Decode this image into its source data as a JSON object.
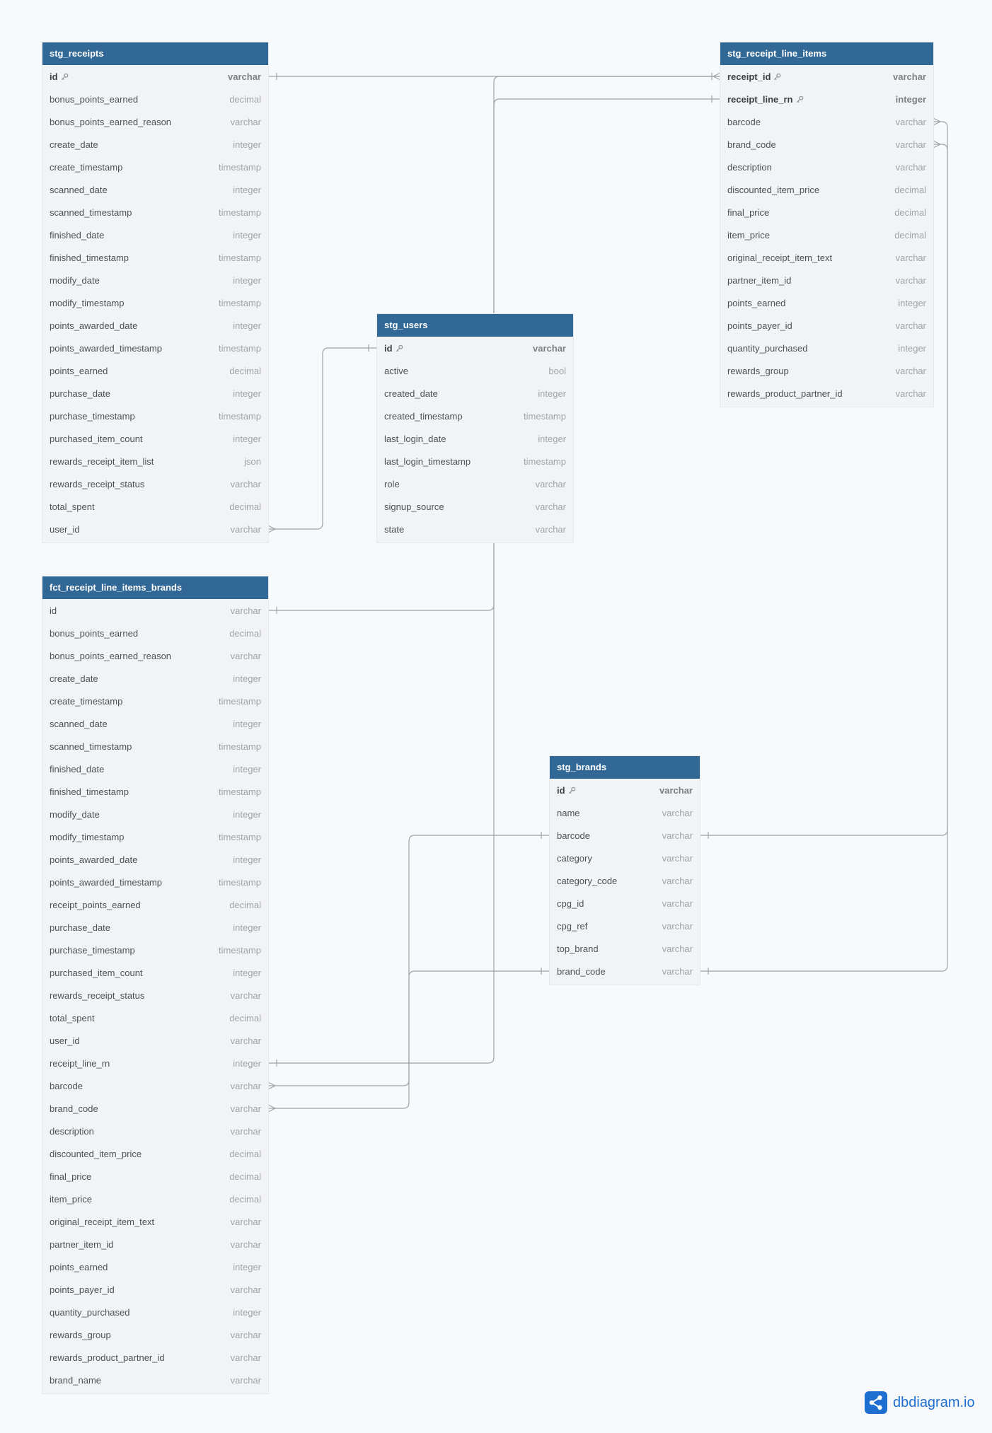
{
  "tables": [
    {
      "id": "stg_receipts",
      "title": "stg_receipts",
      "fields": [
        {
          "name": "id",
          "type": "varchar",
          "pk": true
        },
        {
          "name": "bonus_points_earned",
          "type": "decimal"
        },
        {
          "name": "bonus_points_earned_reason",
          "type": "varchar"
        },
        {
          "name": "create_date",
          "type": "integer"
        },
        {
          "name": "create_timestamp",
          "type": "timestamp"
        },
        {
          "name": "scanned_date",
          "type": "integer"
        },
        {
          "name": "scanned_timestamp",
          "type": "timestamp"
        },
        {
          "name": "finished_date",
          "type": "integer"
        },
        {
          "name": "finished_timestamp",
          "type": "timestamp"
        },
        {
          "name": "modify_date",
          "type": "integer"
        },
        {
          "name": "modify_timestamp",
          "type": "timestamp"
        },
        {
          "name": "points_awarded_date",
          "type": "integer"
        },
        {
          "name": "points_awarded_timestamp",
          "type": "timestamp"
        },
        {
          "name": "points_earned",
          "type": "decimal"
        },
        {
          "name": "purchase_date",
          "type": "integer"
        },
        {
          "name": "purchase_timestamp",
          "type": "timestamp"
        },
        {
          "name": "purchased_item_count",
          "type": "integer"
        },
        {
          "name": "rewards_receipt_item_list",
          "type": "json"
        },
        {
          "name": "rewards_receipt_status",
          "type": "varchar"
        },
        {
          "name": "total_spent",
          "type": "decimal"
        },
        {
          "name": "user_id",
          "type": "varchar"
        }
      ]
    },
    {
      "id": "stg_receipt_line_items",
      "title": "stg_receipt_line_items",
      "fields": [
        {
          "name": "receipt_id",
          "type": "varchar",
          "pk": true
        },
        {
          "name": "receipt_line_rn",
          "type": "integer",
          "pk": true
        },
        {
          "name": "barcode",
          "type": "varchar"
        },
        {
          "name": "brand_code",
          "type": "varchar"
        },
        {
          "name": "description",
          "type": "varchar"
        },
        {
          "name": "discounted_item_price",
          "type": "decimal"
        },
        {
          "name": "final_price",
          "type": "decimal"
        },
        {
          "name": "item_price",
          "type": "decimal"
        },
        {
          "name": "original_receipt_item_text",
          "type": "varchar"
        },
        {
          "name": "partner_item_id",
          "type": "varchar"
        },
        {
          "name": "points_earned",
          "type": "integer"
        },
        {
          "name": "points_payer_id",
          "type": "varchar"
        },
        {
          "name": "quantity_purchased",
          "type": "integer"
        },
        {
          "name": "rewards_group",
          "type": "varchar"
        },
        {
          "name": "rewards_product_partner_id",
          "type": "varchar"
        }
      ]
    },
    {
      "id": "stg_users",
      "title": "stg_users",
      "fields": [
        {
          "name": "id",
          "type": "varchar",
          "pk": true
        },
        {
          "name": "active",
          "type": "bool"
        },
        {
          "name": "created_date",
          "type": "integer"
        },
        {
          "name": "created_timestamp",
          "type": "timestamp"
        },
        {
          "name": "last_login_date",
          "type": "integer"
        },
        {
          "name": "last_login_timestamp",
          "type": "timestamp"
        },
        {
          "name": "role",
          "type": "varchar"
        },
        {
          "name": "signup_source",
          "type": "varchar"
        },
        {
          "name": "state",
          "type": "varchar"
        }
      ]
    },
    {
      "id": "fct_receipt_line_items_brands",
      "title": "fct_receipt_line_items_brands",
      "fields": [
        {
          "name": "id",
          "type": "varchar"
        },
        {
          "name": "bonus_points_earned",
          "type": "decimal"
        },
        {
          "name": "bonus_points_earned_reason",
          "type": "varchar"
        },
        {
          "name": "create_date",
          "type": "integer"
        },
        {
          "name": "create_timestamp",
          "type": "timestamp"
        },
        {
          "name": "scanned_date",
          "type": "integer"
        },
        {
          "name": "scanned_timestamp",
          "type": "timestamp"
        },
        {
          "name": "finished_date",
          "type": "integer"
        },
        {
          "name": "finished_timestamp",
          "type": "timestamp"
        },
        {
          "name": "modify_date",
          "type": "integer"
        },
        {
          "name": "modify_timestamp",
          "type": "timestamp"
        },
        {
          "name": "points_awarded_date",
          "type": "integer"
        },
        {
          "name": "points_awarded_timestamp",
          "type": "timestamp"
        },
        {
          "name": "receipt_points_earned",
          "type": "decimal"
        },
        {
          "name": "purchase_date",
          "type": "integer"
        },
        {
          "name": "purchase_timestamp",
          "type": "timestamp"
        },
        {
          "name": "purchased_item_count",
          "type": "integer"
        },
        {
          "name": "rewards_receipt_status",
          "type": "varchar"
        },
        {
          "name": "total_spent",
          "type": "decimal"
        },
        {
          "name": "user_id",
          "type": "varchar"
        },
        {
          "name": "receipt_line_rn",
          "type": "integer"
        },
        {
          "name": "barcode",
          "type": "varchar"
        },
        {
          "name": "brand_code",
          "type": "varchar"
        },
        {
          "name": "description",
          "type": "varchar"
        },
        {
          "name": "discounted_item_price",
          "type": "decimal"
        },
        {
          "name": "final_price",
          "type": "decimal"
        },
        {
          "name": "item_price",
          "type": "decimal"
        },
        {
          "name": "original_receipt_item_text",
          "type": "varchar"
        },
        {
          "name": "partner_item_id",
          "type": "varchar"
        },
        {
          "name": "points_earned",
          "type": "integer"
        },
        {
          "name": "points_payer_id",
          "type": "varchar"
        },
        {
          "name": "quantity_purchased",
          "type": "integer"
        },
        {
          "name": "rewards_group",
          "type": "varchar"
        },
        {
          "name": "rewards_product_partner_id",
          "type": "varchar"
        },
        {
          "name": "brand_name",
          "type": "varchar"
        }
      ]
    },
    {
      "id": "stg_brands",
      "title": "stg_brands",
      "fields": [
        {
          "name": "id",
          "type": "varchar",
          "pk": true
        },
        {
          "name": "name",
          "type": "varchar"
        },
        {
          "name": "barcode",
          "type": "varchar"
        },
        {
          "name": "category",
          "type": "varchar"
        },
        {
          "name": "category_code",
          "type": "varchar"
        },
        {
          "name": "cpg_id",
          "type": "varchar"
        },
        {
          "name": "cpg_ref",
          "type": "varchar"
        },
        {
          "name": "top_brand",
          "type": "varchar"
        },
        {
          "name": "brand_code",
          "type": "varchar"
        }
      ]
    }
  ],
  "relationships": [
    {
      "from": "stg_receipts.id",
      "to": "stg_receipt_line_items.receipt_id",
      "from_end": "one",
      "to_end": "many"
    },
    {
      "from": "stg_users.id",
      "to": "stg_receipts.user_id",
      "from_end": "one",
      "to_end": "many"
    },
    {
      "from": "stg_receipt_line_items.receipt_id",
      "to": "fct_receipt_line_items_brands.id",
      "from_end": "one",
      "to_end": "one"
    },
    {
      "from": "stg_receipt_line_items.receipt_line_rn",
      "to": "fct_receipt_line_items_brands.receipt_line_rn",
      "from_end": "one",
      "to_end": "one"
    },
    {
      "from": "stg_brands.barcode",
      "to": "stg_receipt_line_items.barcode",
      "from_end": "one",
      "to_end": "many"
    },
    {
      "from": "stg_brands.brand_code",
      "to": "stg_receipt_line_items.brand_code",
      "from_end": "one",
      "to_end": "many"
    },
    {
      "from": "stg_brands.barcode",
      "to": "fct_receipt_line_items_brands.barcode",
      "from_end": "one",
      "to_end": "many"
    },
    {
      "from": "stg_brands.brand_code",
      "to": "fct_receipt_line_items_brands.brand_code",
      "from_end": "one",
      "to_end": "many"
    }
  ],
  "colors": {
    "header": "#316896",
    "table_bg": "#f2f3f4",
    "canvas": "#f8f9fa",
    "edge": "#9ea3a8",
    "brand": "#1f6fd1"
  },
  "brand": {
    "text": "dbdiagram.io",
    "icon": "share-nodes-icon"
  }
}
